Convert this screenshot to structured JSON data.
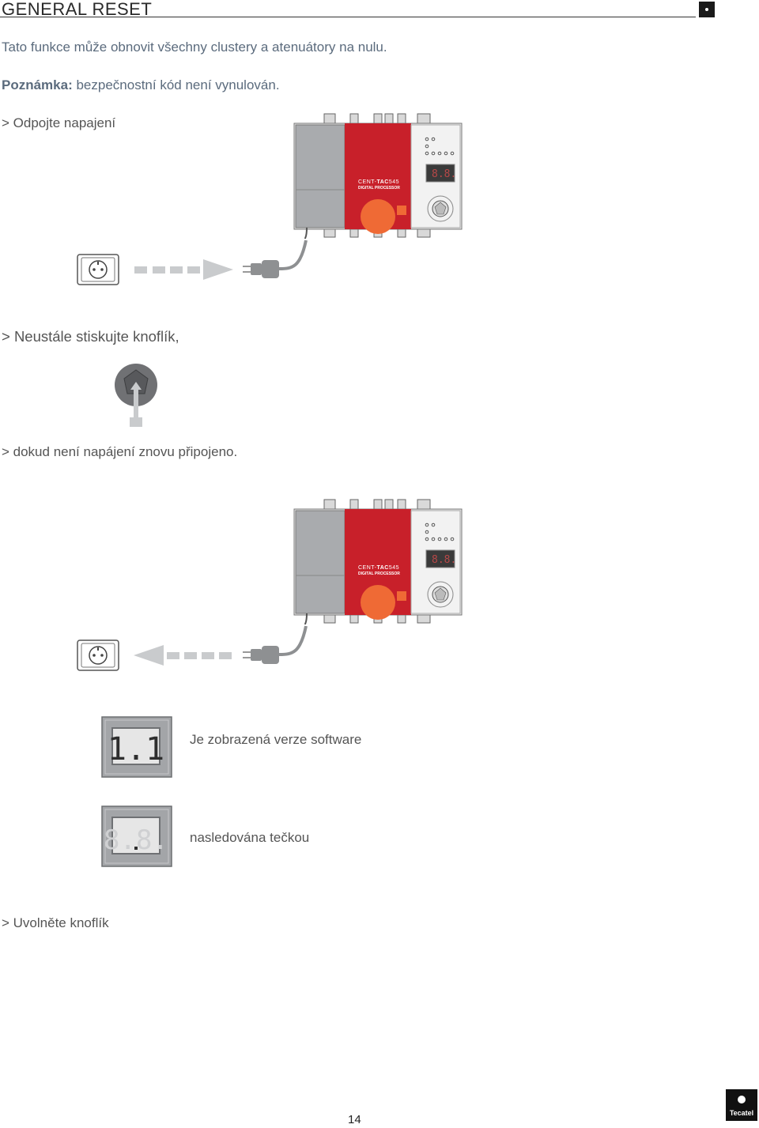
{
  "header": {
    "title": "GENERAL RESET"
  },
  "intro": {
    "line1": "Tato funkce může obnovit všechny clustery a atenuátory na nulu.",
    "note_label": "Poznámka:",
    "note_text": " bezpečnostní kód není vynulován."
  },
  "steps": {
    "step1": "> Odpojte napajení",
    "step2": "> Neustále stiskujte knoflík,",
    "step3": "> dokud není napájení znovu připojeno.",
    "step4": "> Uvolněte knoflík"
  },
  "device": {
    "model_prefix": "CENT-",
    "model_main": "TAC",
    "model_suffix": "545",
    "subtitle": "DIGITAL PROCESSOR",
    "display": "8.8."
  },
  "displays": [
    {
      "value": "1.1",
      "caption": "Je zobrazená verze software"
    },
    {
      "value": "8.8.",
      "caption": "nasledována tečkou"
    }
  ],
  "footer": {
    "page": "14",
    "brand": "Tecatel"
  },
  "colors": {
    "red": "#c8202a",
    "orange": "#ef6a35",
    "grey": "#a9abae",
    "arrow": "#c9cbcd"
  }
}
